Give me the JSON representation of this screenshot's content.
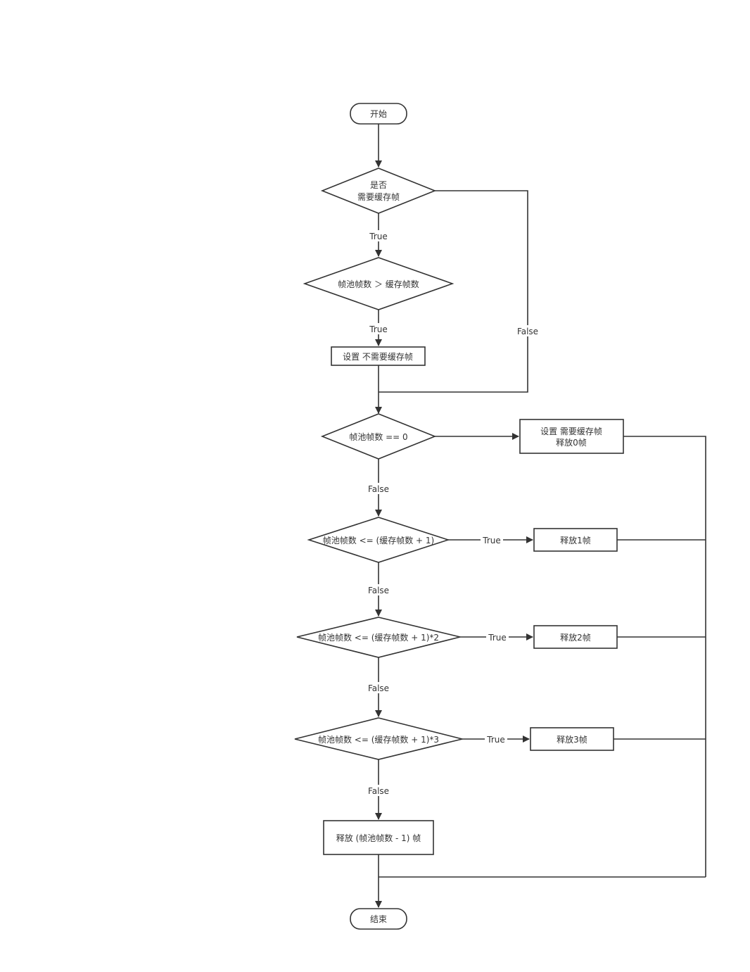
{
  "nodes": {
    "start": {
      "text": "开始"
    },
    "need_cache": {
      "line1": "是否",
      "line2": "需要缓存帧"
    },
    "pool_gt_cache": {
      "text": "帧池帧数 ＞ 缓存帧数"
    },
    "set_no_cache": {
      "text": "设置 不需要缓存帧"
    },
    "pool_eq_zero": {
      "text": "帧池帧数 == 0"
    },
    "set_cache_release0": {
      "line1": "设置 需要缓存帧",
      "line2": "释放0帧"
    },
    "pool_le_1": {
      "text": "帧池帧数 <= (缓存帧数 + 1)"
    },
    "release1": {
      "text": "释放1帧"
    },
    "pool_le_2": {
      "text": "帧池帧数 <=  (缓存帧数 + 1)*2"
    },
    "release2": {
      "text": "释放2帧"
    },
    "pool_le_3": {
      "text": "帧池帧数 <=  (缓存帧数 + 1)*3"
    },
    "release3": {
      "text": "释放3帧"
    },
    "release_rest": {
      "text": "释放 (帧池帧数 - 1) 帧"
    },
    "end": {
      "text": "结束"
    }
  },
  "edge_labels": {
    "need_cache_true": "True",
    "need_cache_false": "False",
    "gt_true": "True",
    "eq_zero_false": "False",
    "le1_true": "True",
    "le1_false": "False",
    "le2_true": "True",
    "le2_false": "False",
    "le3_true": "True",
    "le3_false": "False"
  }
}
